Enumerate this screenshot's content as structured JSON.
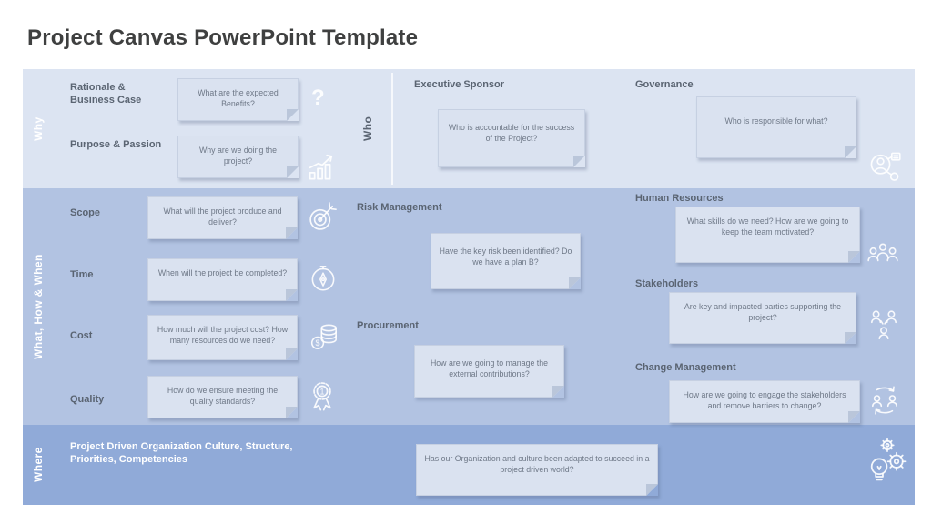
{
  "title": "Project Canvas PowerPoint Template",
  "why": {
    "label": "Why",
    "rows": [
      {
        "label": "Rationale & Business Case",
        "note": "What are the expected Benefits?",
        "icon": "question-icon"
      },
      {
        "label": "Purpose & Passion",
        "note": "Why are we doing the project?",
        "icon": "growth-chart-icon"
      }
    ]
  },
  "who": {
    "label": "Who",
    "sections": [
      {
        "heading": "Executive Sponsor",
        "note": "Who is accountable for the success of the Project?"
      },
      {
        "heading": "Governance",
        "note": "Who is responsible for what?",
        "icon": "org-network-icon"
      }
    ]
  },
  "what_how_when": {
    "label": "What, How & When",
    "rows": [
      {
        "label": "Scope",
        "note": "What will the project produce and deliver?",
        "icon": "target-icon"
      },
      {
        "label": "Time",
        "note": "When will the project be completed?",
        "icon": "compass-icon"
      },
      {
        "label": "Cost",
        "note": "How much will the project cost? How many resources do we need?",
        "icon": "coins-icon"
      },
      {
        "label": "Quality",
        "note": "How do we ensure meeting the quality standards?",
        "icon": "award-medal-icon"
      }
    ],
    "middle": [
      {
        "heading": "Risk Management",
        "note": "Have the key risk been identified? Do we have a plan B?"
      },
      {
        "heading": "Procurement",
        "note": "How are we going to manage the external contributions?"
      }
    ],
    "right": [
      {
        "heading": "Human Resources",
        "note": "What skills do we need? How are we going to keep the team motivated?",
        "icon": "team-icon"
      },
      {
        "heading": "Stakeholders",
        "note": "Are key and impacted parties supporting the project?",
        "icon": "stakeholders-icon"
      },
      {
        "heading": "Change Management",
        "note": "How are we going to engage the stakeholders and remove barriers to change?",
        "icon": "change-cycle-icon"
      }
    ]
  },
  "where": {
    "label": "Where",
    "heading": "Project Driven Organization Culture, Structure, Priorities, Competencies",
    "note": "Has our Organization and culture been adapted to succeed in a project driven world?",
    "icon": "idea-gears-icon"
  },
  "colors": {
    "row_top": "#dce4f2",
    "row_middle": "#b2c3e2",
    "row_bottom": "#90aad8",
    "note_bg": "#dae2f0",
    "heading_text": "#5a6472",
    "note_text": "#6e7887",
    "title_text": "#3f4040",
    "icon_stroke": "#ffffff"
  }
}
